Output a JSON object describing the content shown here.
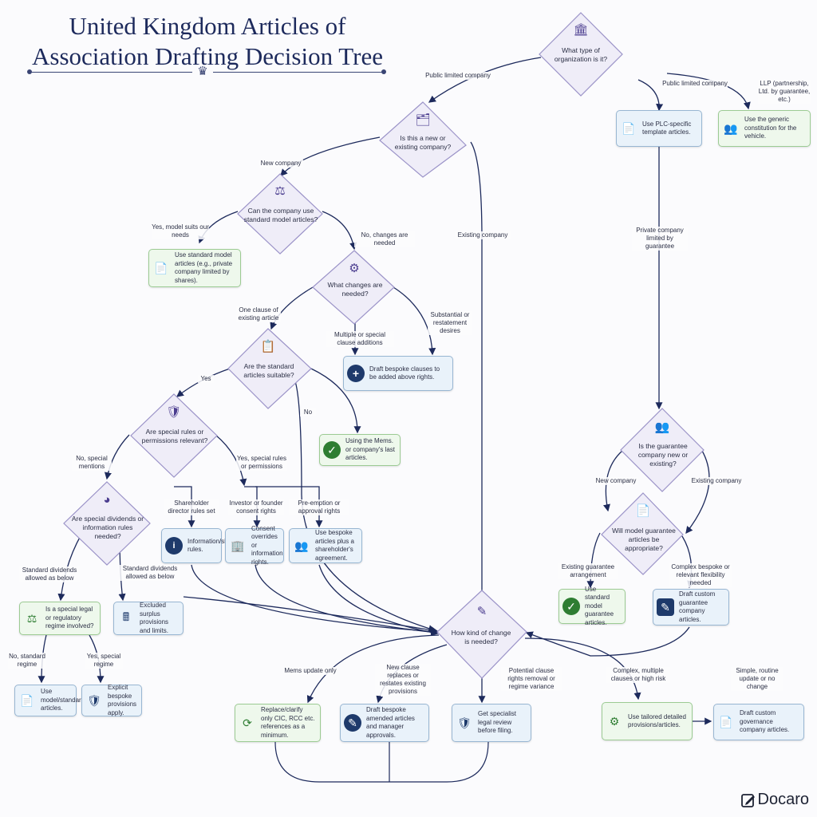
{
  "title": {
    "line1": "United Kingdom Articles of",
    "line2": "Association Drafting Decision Tree"
  },
  "brand": {
    "name": "Docaro"
  },
  "colors": {
    "navy": "#1d2a5c",
    "diamond_fill": "#efedf8",
    "diamond_stroke": "#9b93c8",
    "green_fill": "#eef8ec",
    "blue_fill": "#e9f2fa",
    "teal_icon": "#2f8f86",
    "green_icon": "#2e7d32",
    "navy_icon": "#1e3a6b"
  },
  "diamonds": [
    {
      "id": "d1",
      "text": "What type of organization is it?",
      "icon": "bank-icon"
    },
    {
      "id": "d2",
      "text": "Is this a new or existing company?",
      "icon": "documents-icon"
    },
    {
      "id": "d3",
      "text": "Can the company use standard model articles?",
      "icon": "scales-icon"
    },
    {
      "id": "d4",
      "text": "What changes are needed?",
      "icon": "gear-icon"
    },
    {
      "id": "d5",
      "text": "Are the standard articles suitable?",
      "icon": "checklist-icon"
    },
    {
      "id": "d6",
      "text": "Are special rules or permissions relevant?",
      "icon": "shield-check-icon"
    },
    {
      "id": "d7",
      "text": "Are special dividends or information rules needed?",
      "icon": "pie-chart-icon"
    },
    {
      "id": "d8",
      "text": "How kind of change is needed?",
      "icon": "pencil-icon"
    },
    {
      "id": "d9",
      "text": "Is the guarantee company new or existing?",
      "icon": "group-icon"
    },
    {
      "id": "d10",
      "text": "Will model guarantee articles be appropriate?",
      "icon": "document-icon"
    }
  ],
  "boxes": [
    {
      "id": "b1",
      "text": "Use PLC-specific template articles.",
      "icon": "document-icon",
      "style": "blue"
    },
    {
      "id": "b2",
      "text": "Use the generic constitution for the vehicle.",
      "icon": "people-icon",
      "style": "green"
    },
    {
      "id": "b3",
      "text": "Use standard model articles (e.g., private company limited by shares).",
      "icon": "document-icon",
      "style": "green"
    },
    {
      "id": "b4",
      "text": "Draft bespoke clauses to be added above rights.",
      "icon": "plus-icon",
      "style": "blue"
    },
    {
      "id": "b5",
      "text": "Using the Mems. or company's last articles.",
      "icon": "check-icon",
      "style": "green"
    },
    {
      "id": "b6",
      "text": "Information/shareholder rules.",
      "icon": "info-icon",
      "style": "blue"
    },
    {
      "id": "b7",
      "text": "Consent overrides or information rights.",
      "icon": "building-icon",
      "style": "blue"
    },
    {
      "id": "b8",
      "text": "Use bespoke articles plus a shareholder's agreement.",
      "icon": "people-icon",
      "style": "blue"
    },
    {
      "id": "b9",
      "text": "Is a special legal or regulatory regime involved?",
      "icon": "scales-icon",
      "style": "green"
    },
    {
      "id": "b10",
      "text": "Excluded surplus provisions and limits.",
      "icon": "calculator-icon",
      "style": "blue"
    },
    {
      "id": "b11",
      "text": "Use model/standard articles.",
      "icon": "document-icon",
      "style": "blue"
    },
    {
      "id": "b12",
      "text": "Explicit bespoke provisions apply.",
      "icon": "shield-check-icon",
      "style": "blue"
    },
    {
      "id": "b13",
      "text": "Use standard model guarantee articles.",
      "icon": "check-icon",
      "style": "green"
    },
    {
      "id": "b14",
      "text": "Draft custom guarantee company articles.",
      "icon": "pencil-icon",
      "style": "blue"
    },
    {
      "id": "b15",
      "text": "Replace/clarify only CIC, RCC etc. references as a minimum.",
      "icon": "refresh-icon",
      "style": "green"
    },
    {
      "id": "b16",
      "text": "Draft bespoke amended articles and manager approvals.",
      "icon": "pencil-icon",
      "style": "blue"
    },
    {
      "id": "b17",
      "text": "Get specialist legal review before filing.",
      "icon": "shield-check-icon",
      "style": "blue"
    },
    {
      "id": "b18",
      "text": "Use tailored detailed provisions/articles.",
      "icon": "gear-icon",
      "style": "green"
    },
    {
      "id": "b19",
      "text": "Draft custom governance company articles.",
      "icon": "document-icon",
      "style": "blue"
    }
  ],
  "edge_labels": [
    {
      "id": "l1",
      "text": "Public limited company"
    },
    {
      "id": "l2",
      "text": "Public limited company"
    },
    {
      "id": "l3",
      "text": "LLP (partnership, Ltd. by guarantee, etc.)"
    },
    {
      "id": "l4",
      "text": "New company"
    },
    {
      "id": "l5",
      "text": "Existing company"
    },
    {
      "id": "l6",
      "text": "Private company limited by guarantee"
    },
    {
      "id": "l7",
      "text": "Yes, model suits our needs"
    },
    {
      "id": "l8",
      "text": "No, changes are needed"
    },
    {
      "id": "l9",
      "text": "One clause of existing article"
    },
    {
      "id": "l10",
      "text": "Multiple or special clause additions"
    },
    {
      "id": "l11",
      "text": "Substantial or restatement desires"
    },
    {
      "id": "l12",
      "text": "Yes"
    },
    {
      "id": "l13",
      "text": "No"
    },
    {
      "id": "l14",
      "text": "No, special mentions"
    },
    {
      "id": "l15",
      "text": "Yes, special rules or permissions"
    },
    {
      "id": "l16",
      "text": "Shareholder director rules set"
    },
    {
      "id": "l17",
      "text": "Investor or founder consent rights"
    },
    {
      "id": "l18",
      "text": "Pre-emption or approval rights"
    },
    {
      "id": "l19",
      "text": "Standard dividends allowed as below"
    },
    {
      "id": "l20",
      "text": "Standard dividends allowed as below"
    },
    {
      "id": "l21",
      "text": "No, standard regime"
    },
    {
      "id": "l22",
      "text": "Yes, special regime"
    },
    {
      "id": "l23",
      "text": "New company"
    },
    {
      "id": "l24",
      "text": "Existing company"
    },
    {
      "id": "l25",
      "text": "Existing guarantee arrangement"
    },
    {
      "id": "l26",
      "text": "Complex bespoke or relevant flexibility needed"
    },
    {
      "id": "l27",
      "text": "Mems update only"
    },
    {
      "id": "l28",
      "text": "New clause replaces or restates existing provisions"
    },
    {
      "id": "l29",
      "text": "Potential clause rights removal or regime variance"
    },
    {
      "id": "l30",
      "text": "Complex, multiple clauses or high risk"
    },
    {
      "id": "l31",
      "text": "Simple, routine update or no change"
    }
  ]
}
